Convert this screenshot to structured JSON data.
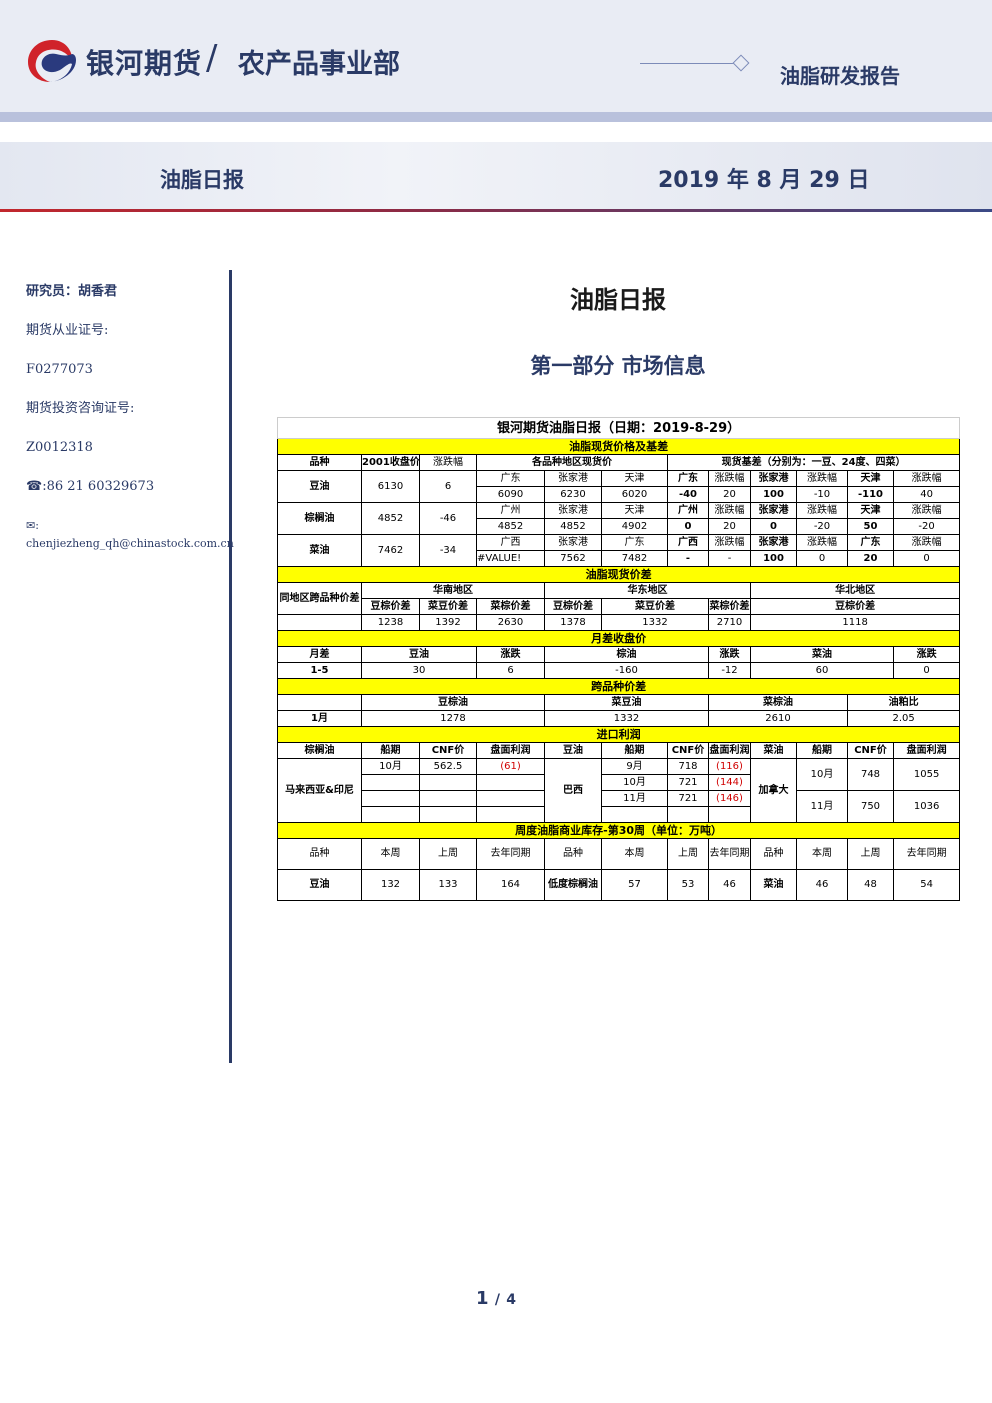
{
  "header": {
    "brand": "银河期货",
    "slash": "/",
    "department": "农产品事业部",
    "report_type": "油脂研发报告",
    "daily_label": "油脂日报",
    "date": "2019 年 8 月 29 日"
  },
  "sidebar": {
    "researcher": "研究员：胡香君",
    "license_label": "期货从业证号:",
    "license_no": "F0277073",
    "consult_label": "期货投资咨询证号:",
    "consult_no": "Z0012318",
    "phone": "☎:86 21 60329673",
    "email": "✉: chenjiezheng_qh@chinastock.com.cn"
  },
  "main": {
    "title": "油脂日报",
    "part": "第一部分    市场信息"
  },
  "table": {
    "title": "银河期货油脂日报（日期：2019-8-29）",
    "s1_title": "油脂现货价格及基差",
    "s1_h_variety": "品种",
    "s1_h_close": "2001收盘价",
    "s1_h_chg": "涨跌幅",
    "s1_h_spot": "各品种地区现货价",
    "s1_h_basis": "现货基差（分别为：一豆、24度、四菜）",
    "soy": {
      "name": "豆油",
      "close": "6130",
      "chg": "6",
      "r1": [
        "广东",
        "张家港",
        "天津",
        "广东",
        "涨跌幅",
        "张家港",
        "涨跌幅",
        "天津",
        "涨跌幅"
      ],
      "r2": [
        "6090",
        "6230",
        "6020",
        "-40",
        "20",
        "100",
        "-10",
        "-110",
        "40"
      ]
    },
    "palm": {
      "name": "棕榈油",
      "close": "4852",
      "chg": "-46",
      "r1": [
        "广州",
        "张家港",
        "天津",
        "广州",
        "涨跌幅",
        "张家港",
        "涨跌幅",
        "天津",
        "涨跌幅"
      ],
      "r2": [
        "4852",
        "4852",
        "4902",
        "0",
        "20",
        "0",
        "-20",
        "50",
        "-20"
      ]
    },
    "rape": {
      "name": "菜油",
      "close": "7462",
      "chg": "-34",
      "r1": [
        "广西",
        "张家港",
        "广东",
        "广西",
        "涨跌幅",
        "张家港",
        "涨跌幅",
        "广东",
        "涨跌幅"
      ],
      "r2": [
        "#VALUE!",
        "7562",
        "7482",
        "-",
        "-",
        "100",
        "0",
        "20",
        "0"
      ]
    },
    "s2_title": "油脂现货价差",
    "s2_south": "华南地区",
    "s2_east": "华东地区",
    "s2_north": "华北地区",
    "s2_label": "同地区跨品种价差",
    "s2_heads": [
      "豆棕价差",
      "菜豆价差",
      "菜棕价差",
      "豆棕价差",
      "菜豆价差",
      "菜棕价差",
      "豆棕价差"
    ],
    "s2_vals": [
      "1238",
      "1392",
      "2630",
      "1378",
      "1332",
      "2710",
      "1118"
    ],
    "s3_title": "月差收盘价",
    "s3_heads": [
      "月差",
      "豆油",
      "涨跌",
      "棕油",
      "涨跌",
      "菜油",
      "涨跌"
    ],
    "s3_vals": [
      "1-5",
      "30",
      "6",
      "-160",
      "-12",
      "60",
      "0"
    ],
    "s4_title": "跨品种价差",
    "s4_heads": [
      "豆棕油",
      "菜豆油",
      "菜棕油",
      "油粕比"
    ],
    "s4_month": "1月",
    "s4_vals": [
      "1278",
      "1332",
      "2610",
      "2.05"
    ],
    "s5_title": "进口利润",
    "s5_heads": [
      "棕榈油",
      "船期",
      "CNF价",
      "盘面利润",
      "豆油",
      "船期",
      "CNF价",
      "盘面利润",
      "菜油",
      "船期",
      "CNF价",
      "盘面利润"
    ],
    "s5_palm_origin": "马来西亚&印尼",
    "s5_palm_row": [
      "10月",
      "562.5",
      "(61)"
    ],
    "s5_soy_origin": "巴西",
    "s5_soy_rows": [
      [
        "9月",
        "718",
        "(116)"
      ],
      [
        "10月",
        "721",
        "(144)"
      ],
      [
        "11月",
        "721",
        "(146)"
      ]
    ],
    "s5_rape_origin": "加拿大",
    "s5_rape_rows": [
      [
        "10月",
        "748",
        "1055"
      ],
      [
        "11月",
        "750",
        "1036"
      ]
    ],
    "s6_title": "周度油脂商业库存-第30周（单位：万吨）",
    "s6_heads": [
      "品种",
      "本周",
      "上周",
      "去年同期",
      "品种",
      "本周",
      "上周",
      "去年同期",
      "品种",
      "本周",
      "上周",
      "去年同期"
    ],
    "s6_vals": [
      "豆油",
      "132",
      "133",
      "164",
      "低度棕榈油",
      "57",
      "53",
      "46",
      "菜油",
      "46",
      "48",
      "54"
    ]
  },
  "footer": {
    "page": "1",
    "total": "4",
    "sep": "/"
  }
}
